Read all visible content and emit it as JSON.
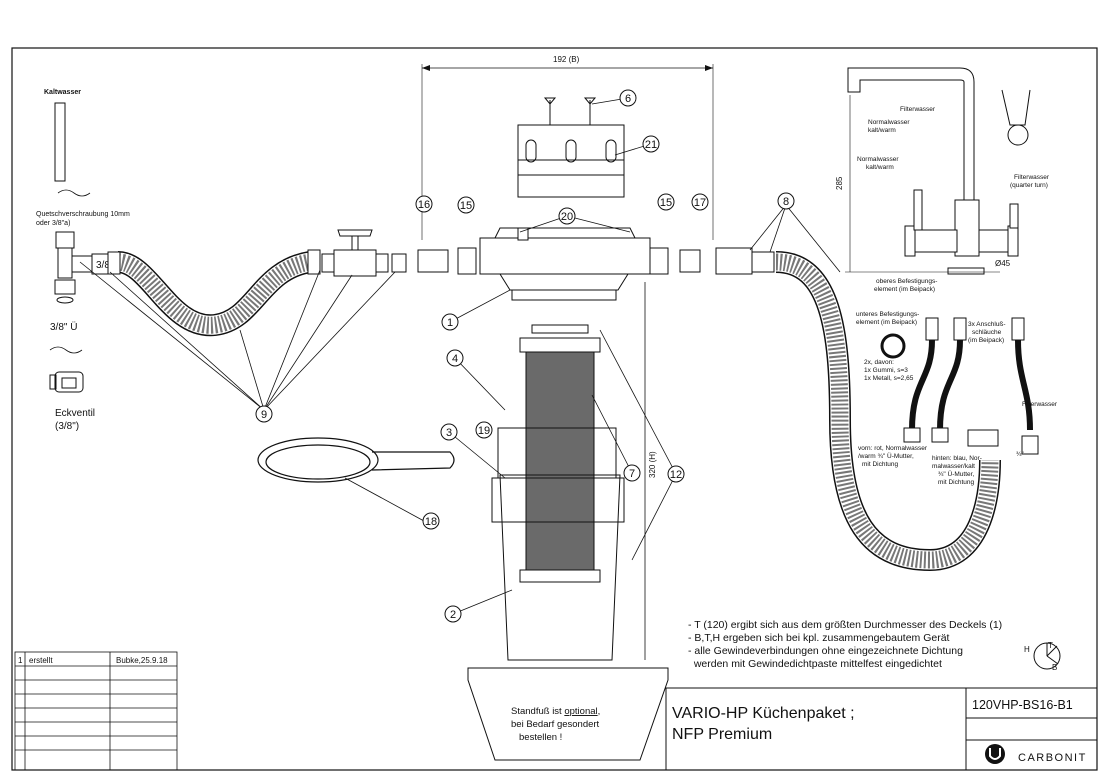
{
  "title_block": {
    "title_line1": "VARIO-HP Küchenpaket ;",
    "title_line2": "NFP Premium",
    "drawing_number": "120VHP-BS16-B1",
    "company": "CARBONIT"
  },
  "revision_table": {
    "rows": [
      {
        "index": "1",
        "change": "erstellt",
        "author_date": "Bubke,25.9.18"
      }
    ]
  },
  "notes": [
    "- T (120) ergibt sich aus dem größten Durchmesser des Deckels (1)",
    "- B,T,H ergeben sich bei kpl. zusammengebautem Gerät",
    "- alle Gewindeverbindungen ohne eingezeichnete Dichtung",
    "  werden mit Gewindedichtpaste mittelfest eingedichtet"
  ],
  "stand_note": {
    "line1_prefix": "Standfuß ist ",
    "line1_emph": "optional",
    "line1_suffix": ",",
    "line2": "bei Bedarf gesondert",
    "line3": "bestellen !"
  },
  "dimensions": {
    "width": "192 (B)",
    "height": "320 (H)",
    "tap_height": "285",
    "tap_diameter": "Ø45"
  },
  "axis_marks": {
    "h": "H",
    "t": "T",
    "b": "B"
  },
  "left_labels": {
    "cold_water": "Kaltwasser",
    "compression_fitting_line1": "Quetschverschraubung 10mm",
    "compression_fitting_line2": "oder 3/8\"a)",
    "thread_a": "3/8\"a",
    "thread_u": "3/8\" Ü",
    "angle_valve_line1": "Eckventil",
    "angle_valve_line2": "(3/8\")"
  },
  "tap_labels": {
    "filterwasser": "Filterwasser",
    "normalwasser1_line1": "Normalwasser",
    "normalwasser1_line2": "kalt/warm",
    "normalwasser2_line1": "Normalwasser",
    "normalwasser2_line2": "kalt/warm",
    "filterwasser2_line1": "Filterwasser",
    "filterwasser2_line2": "(quarter turn)",
    "upper_element_line1": "oberes Befestigungs-",
    "upper_element_line2": "element (im Beipack)",
    "lower_element_line1": "unteres Befestigungs-",
    "lower_element_line2": "element (im Beipack)",
    "hoses_line1": "3x Anschluß-",
    "hoses_line2": "schläuche",
    "hoses_line3": "(im Beipack)",
    "washers_line1": "2x, davon:",
    "washers_line2": "1x Gummi, s=3",
    "washers_line3": "1x Metall, s=2,65",
    "filterwasser3": "Filterwasser",
    "front_line1": "vorn: rot, Normalwasser",
    "front_line2": "/warm ¾\" Ü-Mutter,",
    "front_line3": "mit Dichtung",
    "back_line1": "hinten: blau, Nor-",
    "back_line2": "malwasser/kalt",
    "back_line3": "¾\" Ü-Mutter,",
    "back_line4": "mit Dichtung",
    "thread_34": "¾\""
  },
  "callouts": [
    "1",
    "2",
    "3",
    "4",
    "6",
    "7",
    "8",
    "9",
    "12",
    "15",
    "15",
    "16",
    "17",
    "18",
    "19",
    "20",
    "21"
  ]
}
